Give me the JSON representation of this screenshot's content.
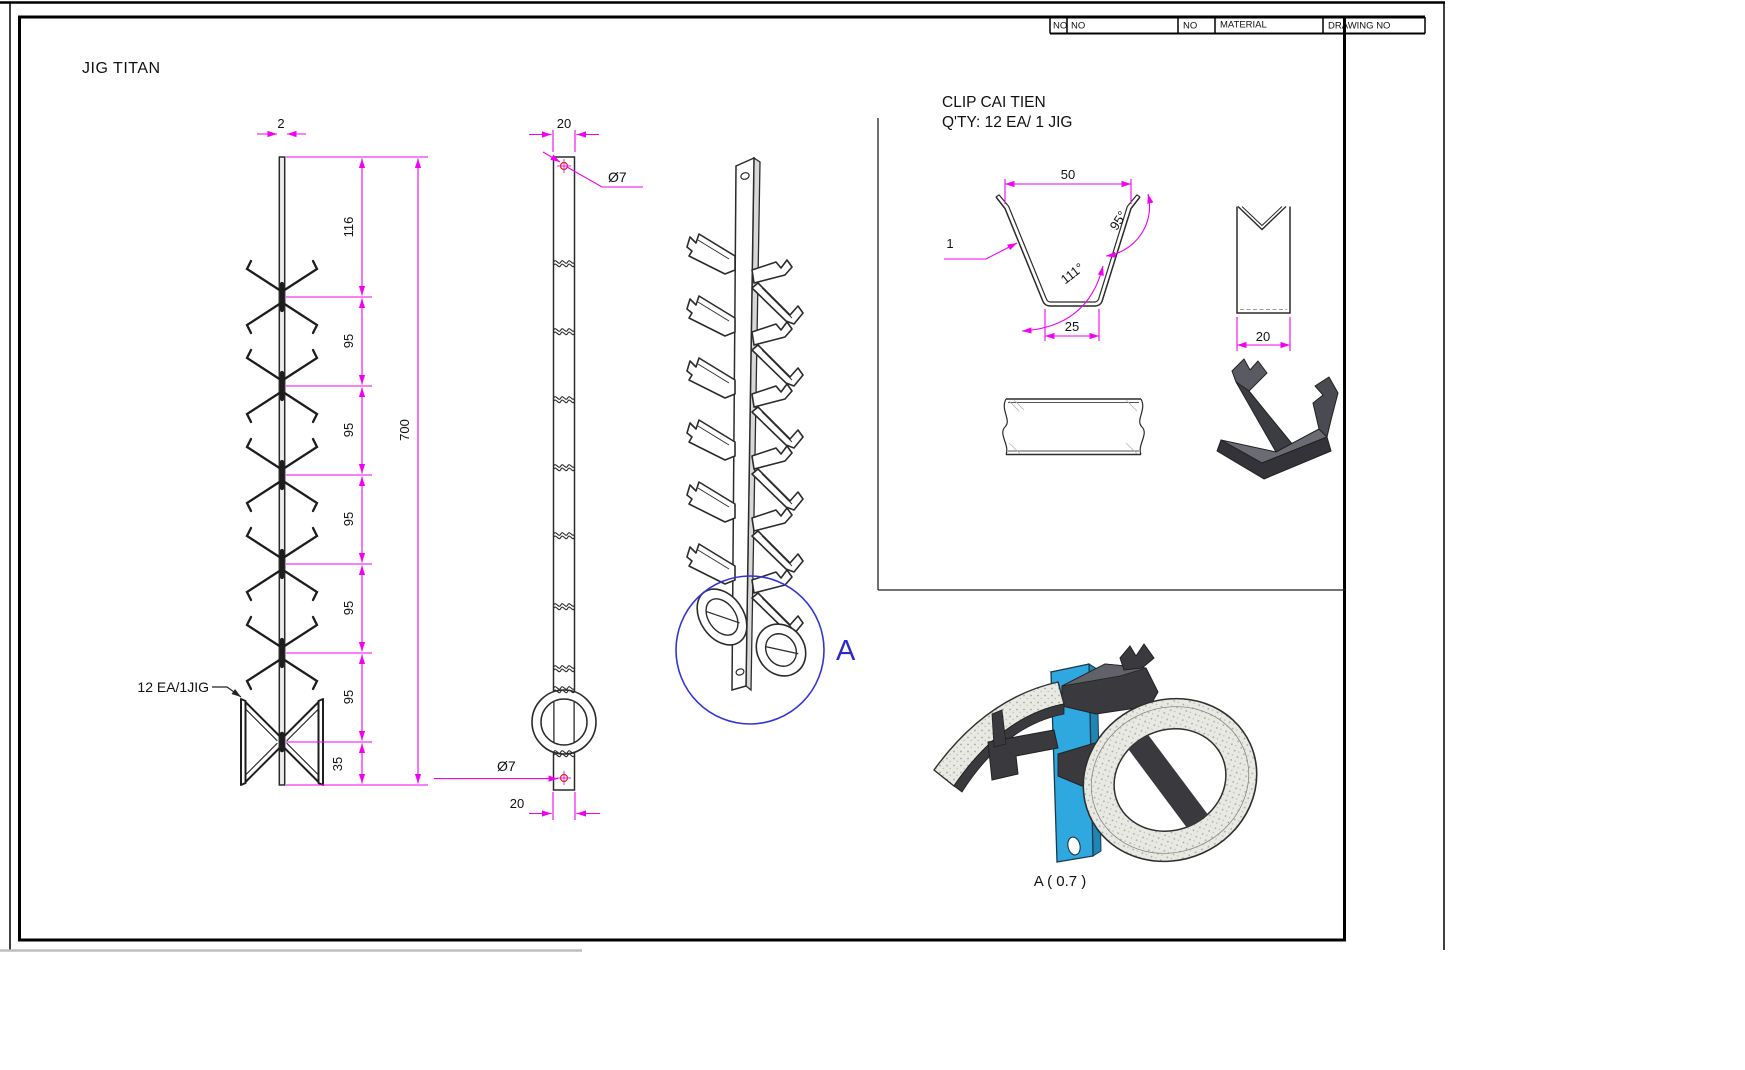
{
  "title": "JIG TITAN",
  "title_block": {
    "cells": [
      "NO",
      "NO",
      "NO",
      "MATERIAL",
      "DRAWING NO"
    ]
  },
  "front_view": {
    "thickness": "2",
    "offset_top": "116",
    "pitch": "95",
    "offset_bottom": "35",
    "overall": "700",
    "clip_note": "12 EA/1JIG"
  },
  "side_view": {
    "width_top": "20",
    "width_bottom": "20",
    "hole_top": "Ø7",
    "hole_bottom": "Ø7"
  },
  "iso_view": {
    "detail_label": "A"
  },
  "clip_detail": {
    "heading": "CLIP CAI TIEN",
    "qty_note": "Q'TY: 12 EA/ 1 JIG",
    "width_top": "50",
    "angle_lip": "95°",
    "angle_wall": "111°",
    "thickness": "1",
    "width_bottom": "25",
    "depth": "20"
  },
  "detail_a": {
    "caption": "A ( 0.7 )"
  },
  "colors": {
    "dimension": "#f200f2",
    "line": "#2b2b2b",
    "accent_blue": "#2a2ad0",
    "cyan": "#2fa8df",
    "dark_part": "#3a3a3e",
    "hole_mark": "#cc3300"
  }
}
